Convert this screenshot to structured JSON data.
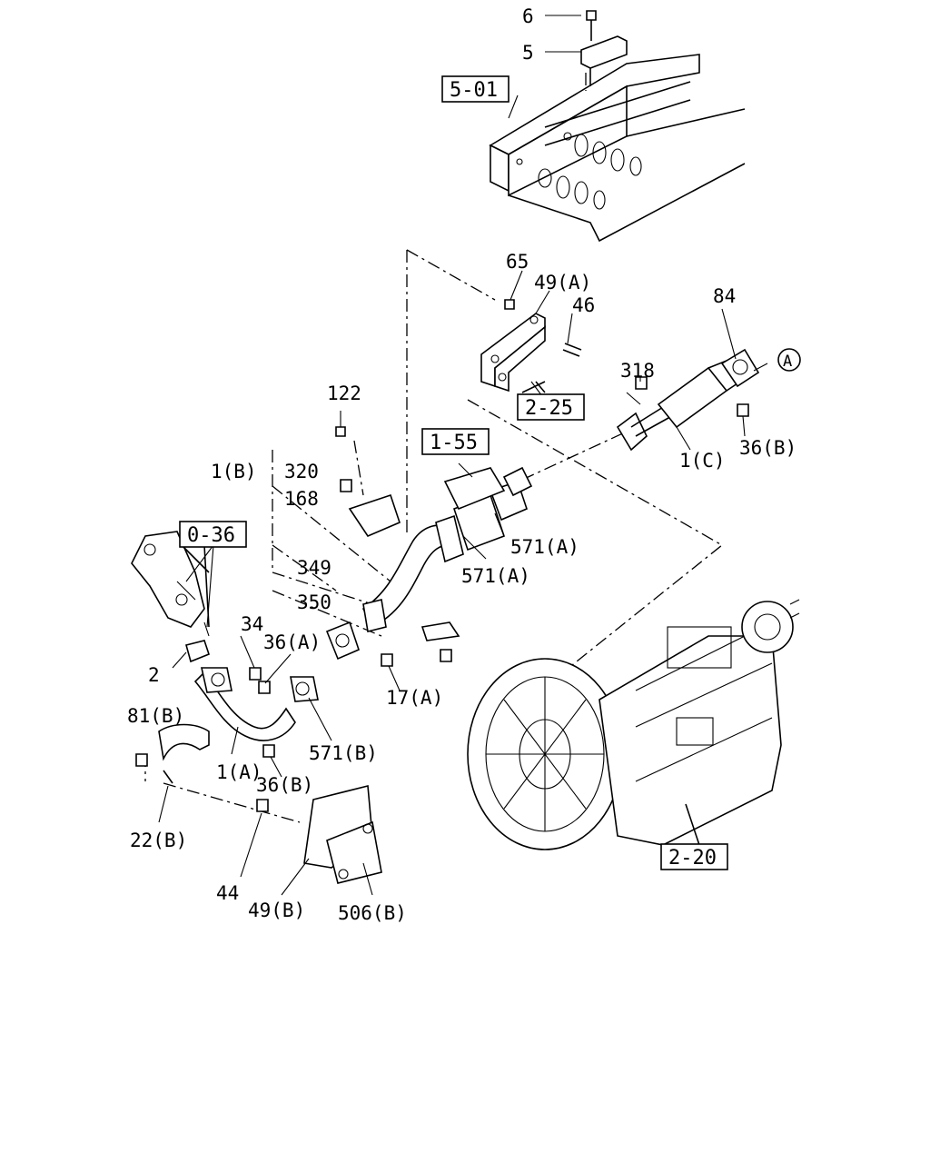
{
  "callouts": {
    "c6": "6",
    "c5": "5",
    "c65": "65",
    "c49a": "49(A)",
    "c46": "46",
    "c318": "318",
    "c84": "84",
    "c122": "122",
    "c1b": "1(B)",
    "c320": "320",
    "c168": "168",
    "c571a1": "571(A)",
    "c571a2": "571(A)",
    "c1c": "1(C)",
    "c36b1": "36(B)",
    "c349": "349",
    "c350": "350",
    "c34": "34",
    "c36a": "36(A)",
    "c2": "2",
    "c17a": "17(A)",
    "c81b": "81(B)",
    "c571b": "571(B)",
    "c1a": "1(A)",
    "c36b2": "36(B)",
    "c22b": "22(B)",
    "c44": "44",
    "c49b": "49(B)",
    "c506b": "506(B)"
  },
  "refs": {
    "r501": "5-01",
    "r225": "2-25",
    "r155": "1-55",
    "r036": "0-36",
    "r220": "2-20"
  },
  "circle_marker": "A"
}
